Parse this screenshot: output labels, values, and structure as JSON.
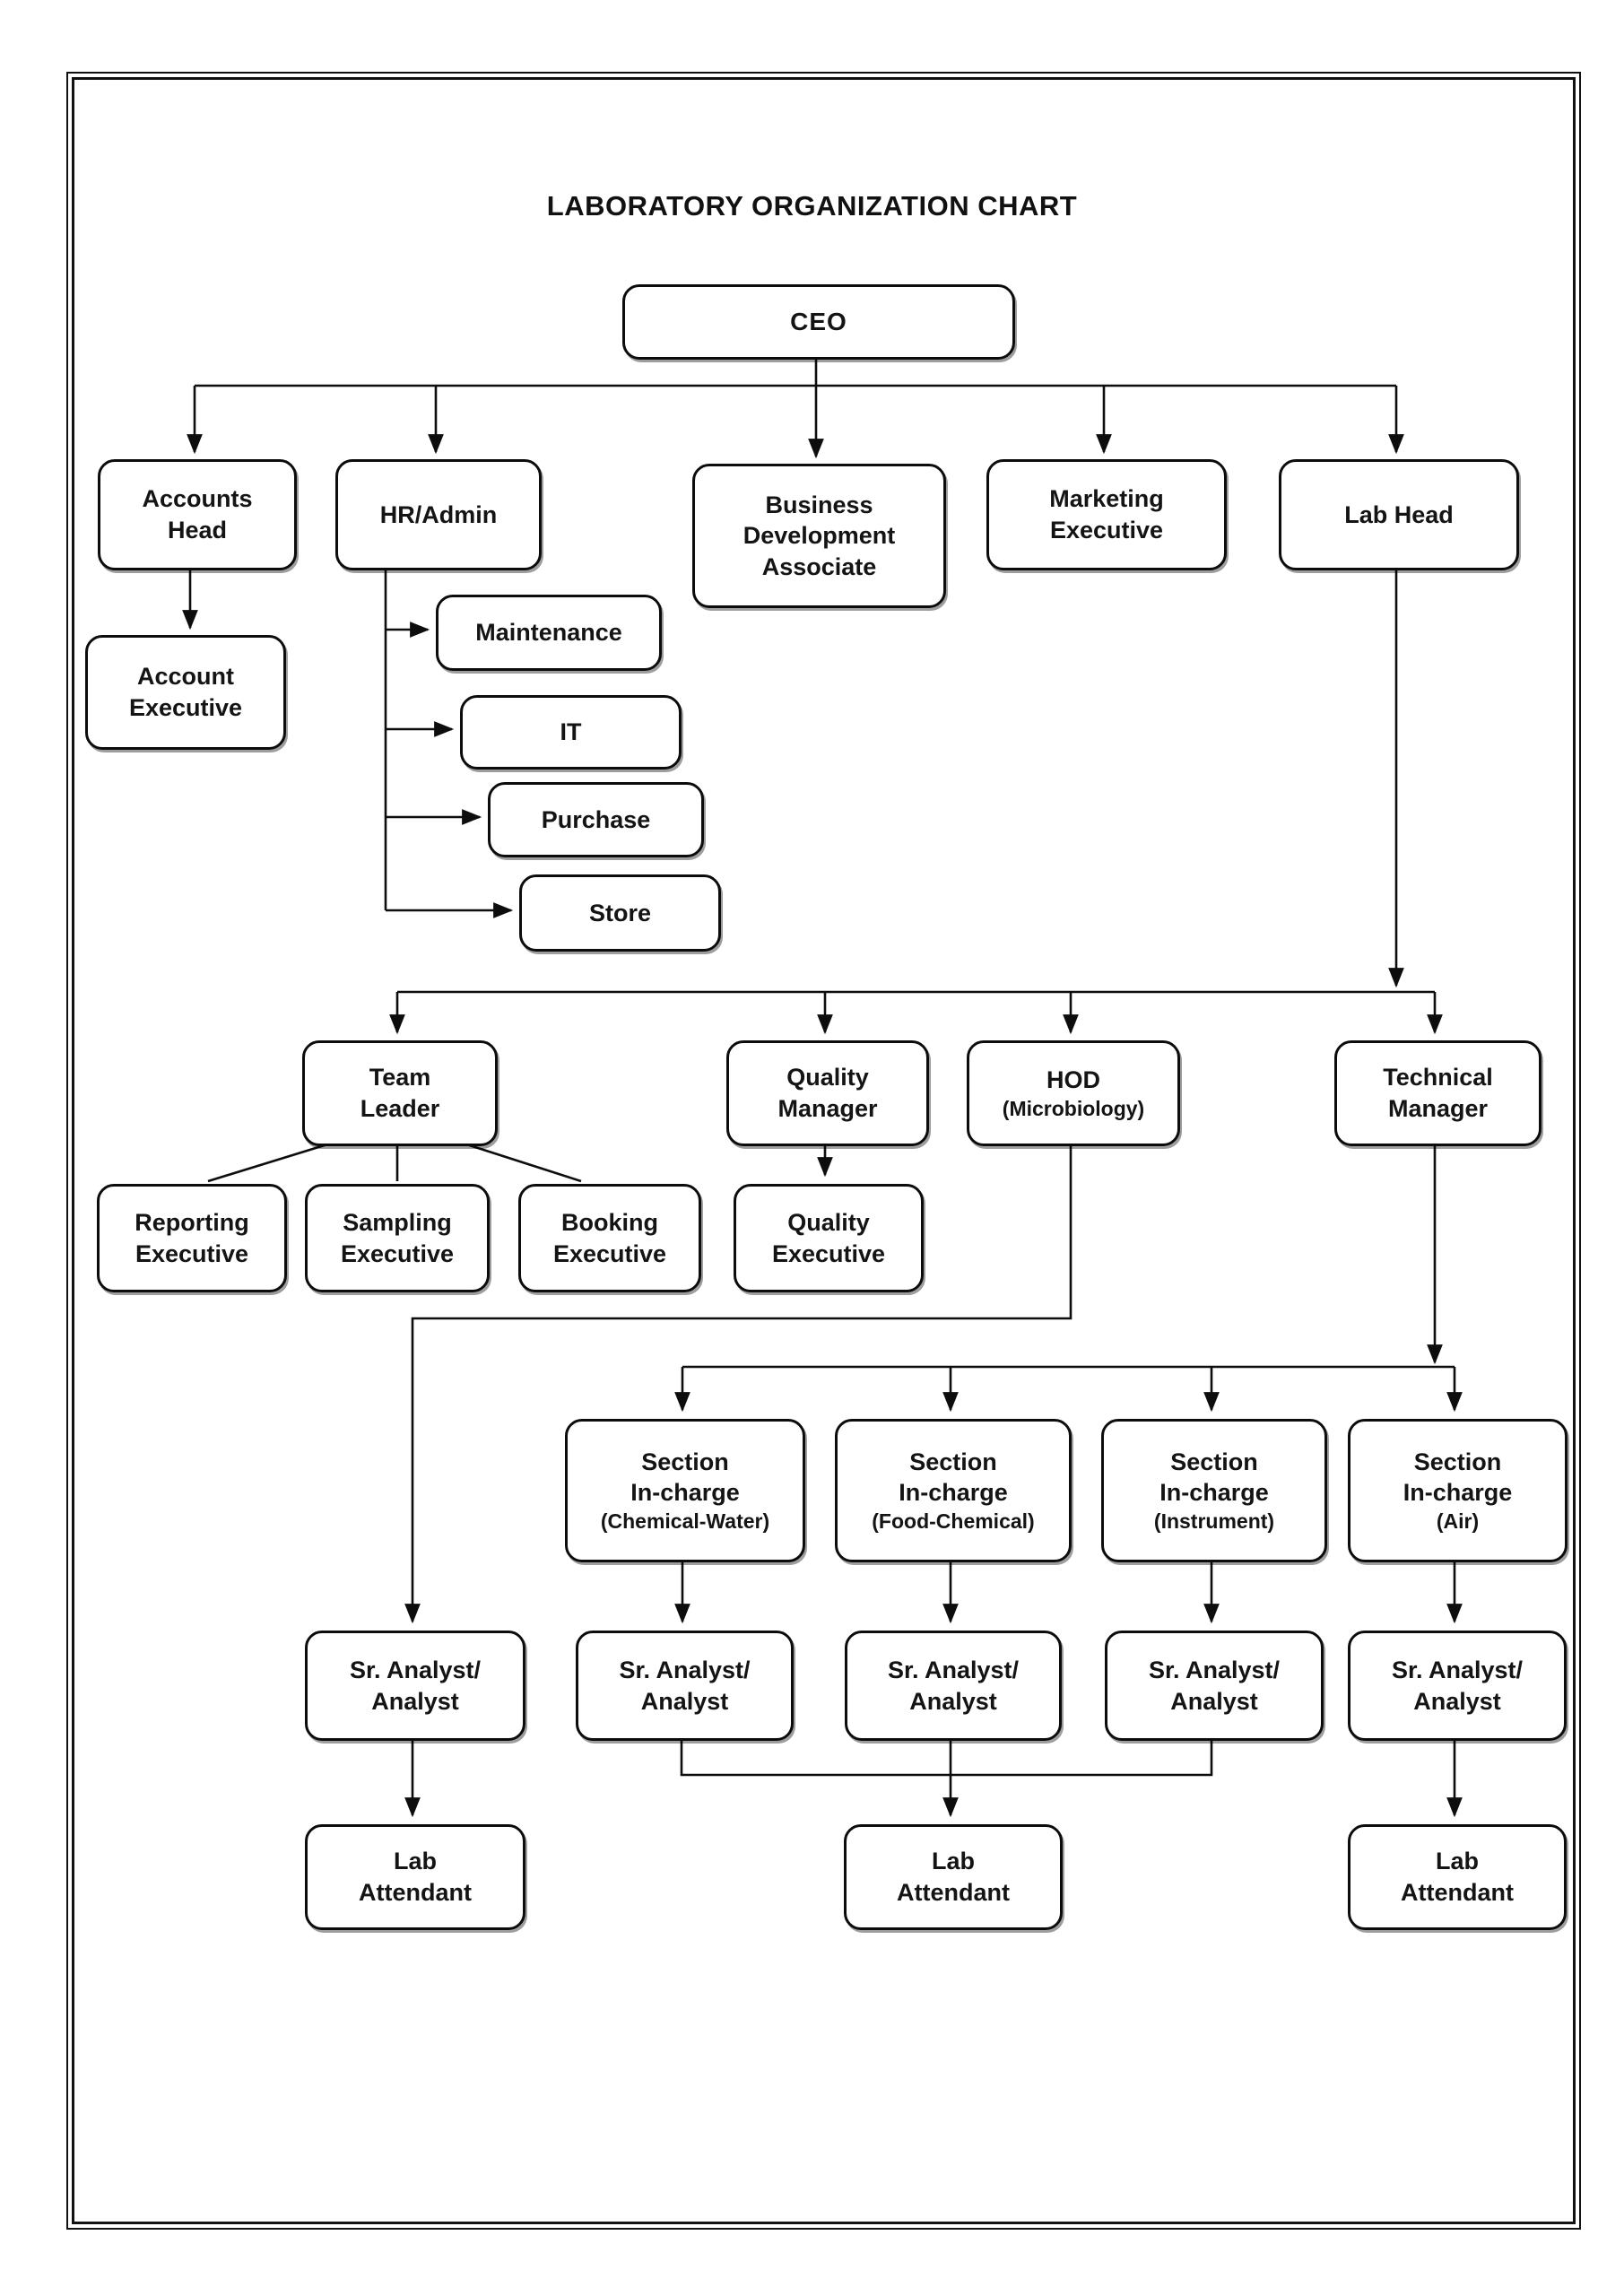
{
  "title": "LABORATORY ORGANIZATION CHART",
  "colors": {
    "ink": "#0d0d0d",
    "paper": "#ffffff"
  },
  "nodes": {
    "ceo": [
      "CEO"
    ],
    "accounts_head": [
      "Accounts",
      "Head"
    ],
    "hr_admin": [
      "HR/Admin"
    ],
    "business_development_associate": [
      "Business",
      "Development",
      "Associate"
    ],
    "marketing_executive": [
      "Marketing",
      "Executive"
    ],
    "lab_head": [
      "Lab Head"
    ],
    "account_executive": [
      "Account",
      "Executive"
    ],
    "maintenance": [
      "Maintenance"
    ],
    "it": [
      "IT"
    ],
    "purchase": [
      "Purchase"
    ],
    "store": [
      "Store"
    ],
    "team_leader": [
      "Team",
      "Leader"
    ],
    "quality_manager": [
      "Quality",
      "Manager"
    ],
    "hod_microbiology": [
      "HOD",
      "(Microbiology)"
    ],
    "technical_manager": [
      "Technical",
      "Manager"
    ],
    "reporting_executive": [
      "Reporting",
      "Executive"
    ],
    "sampling_executive": [
      "Sampling",
      "Executive"
    ],
    "booking_executive": [
      "Booking",
      "Executive"
    ],
    "quality_executive": [
      "Quality",
      "Executive"
    ],
    "section_incharge_chemical_water": [
      "Section",
      "In-charge",
      "(Chemical-Water)"
    ],
    "section_incharge_food_chemical": [
      "Section",
      "In-charge",
      "(Food-Chemical)"
    ],
    "section_incharge_instrument": [
      "Section",
      "In-charge",
      "(Instrument)"
    ],
    "section_incharge_air": [
      "Section",
      "In-charge",
      "(Air)"
    ],
    "sr_analyst_microbiology": [
      "Sr. Analyst/",
      "Analyst"
    ],
    "sr_analyst_chemical_water": [
      "Sr. Analyst/",
      "Analyst"
    ],
    "sr_analyst_food_chemical": [
      "Sr. Analyst/",
      "Analyst"
    ],
    "sr_analyst_instrument": [
      "Sr. Analyst/",
      "Analyst"
    ],
    "sr_analyst_air": [
      "Sr. Analyst/",
      "Analyst"
    ],
    "lab_attendant_microbiology": [
      "Lab",
      "Attendant"
    ],
    "lab_attendant_central": [
      "Lab",
      "Attendant"
    ],
    "lab_attendant_air": [
      "Lab",
      "Attendant"
    ]
  }
}
